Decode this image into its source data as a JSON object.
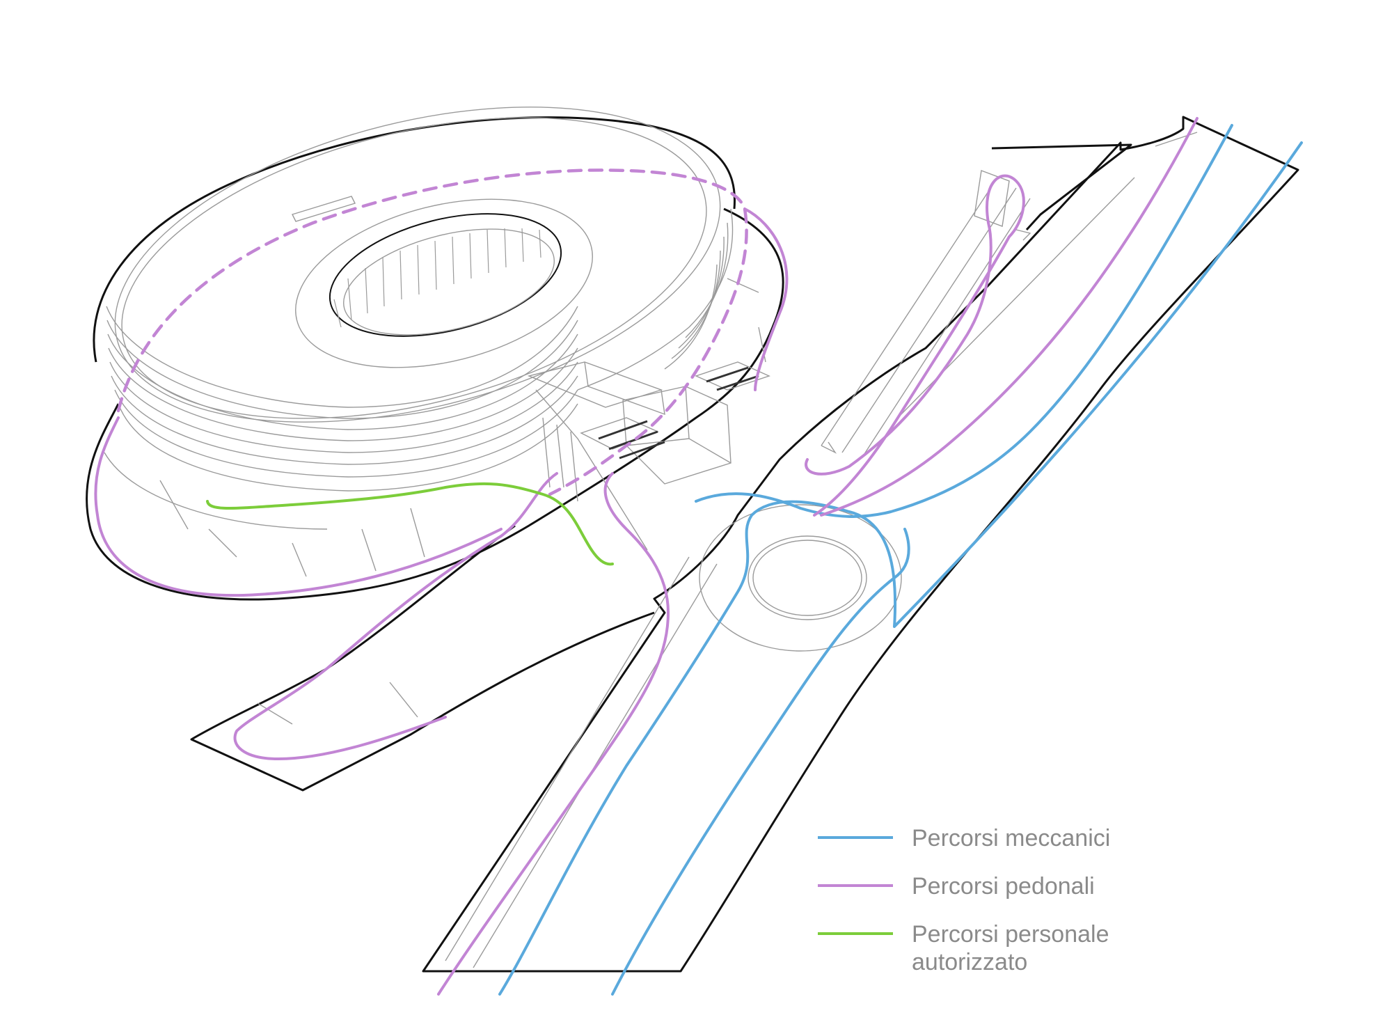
{
  "colors": {
    "mechanical": "#5aa9dc",
    "pedestrian": "#c285d4",
    "staff": "#7ccd3a",
    "outline": "#111111",
    "detail": "#9a9a9a",
    "legend_text": "#8a8a8a"
  },
  "legend": {
    "items": [
      {
        "label": "Percorsi meccanici"
      },
      {
        "label": "Percorsi pedonali"
      },
      {
        "label": "Percorsi personale",
        "label_line2": "autorizzato"
      }
    ]
  }
}
